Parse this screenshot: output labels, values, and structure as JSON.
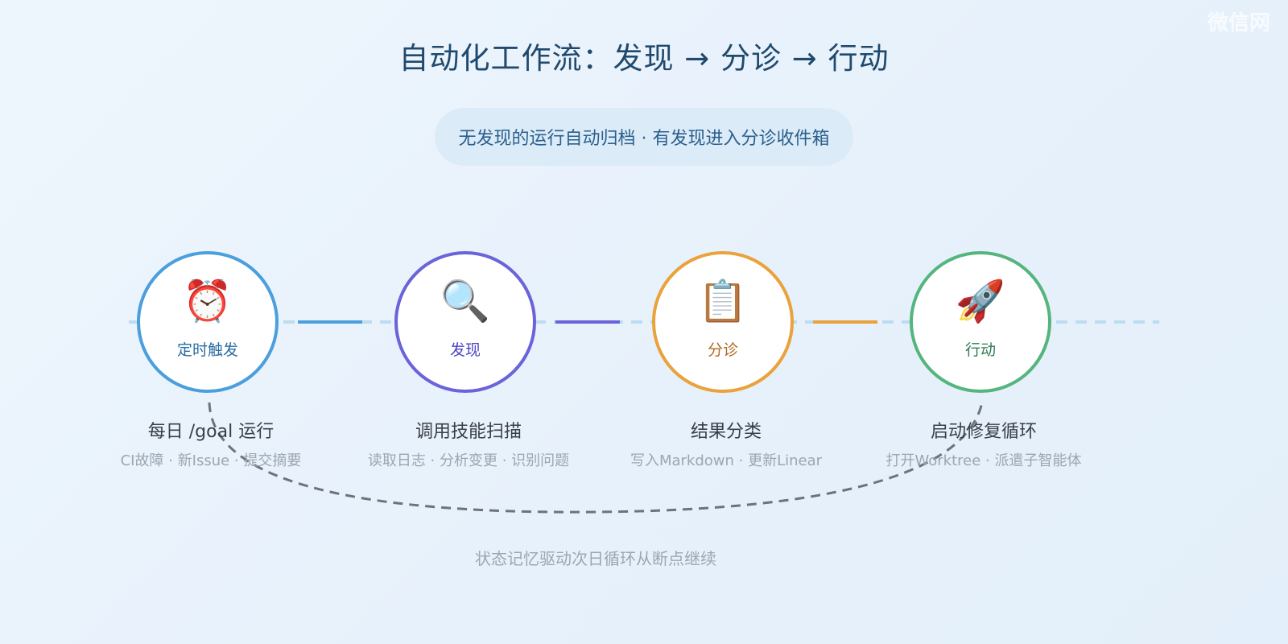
{
  "title": "自动化工作流：发现 → 分诊 → 行动",
  "subtitle": "无发现的运行自动归档 · 有发现进入分诊收件箱",
  "watermark": "微信网",
  "colors": {
    "trigger": "#4a9fdc",
    "discover": "#6b63d9",
    "triage": "#eaa23c",
    "action": "#55b57e",
    "track": "#bcdcf0",
    "loop": "#6c737b"
  },
  "steps": [
    {
      "icon": "alarm-clock-icon",
      "emoji": "⏰",
      "label": "定时触发",
      "label_color": "#2a6da3",
      "title": "每日 /goal 运行",
      "desc": "CI故障 · 新Issue · 提交摘要"
    },
    {
      "icon": "magnifier-icon",
      "emoji": "🔍",
      "label": "发现",
      "label_color": "#4d45c2",
      "title": "调用技能扫描",
      "desc": "读取日志 · 分析变更 · 识别问题"
    },
    {
      "icon": "clipboard-icon",
      "emoji": "📋",
      "label": "分诊",
      "label_color": "#b06a22",
      "title": "结果分类",
      "desc": "写入Markdown · 更新Linear"
    },
    {
      "icon": "rocket-icon",
      "emoji": "🚀",
      "label": "行动",
      "label_color": "#2f7b54",
      "title": "启动修复循环",
      "desc": "打开Worktree · 派遣子智能体"
    }
  ],
  "loop_caption": "状态记忆驱动次日循环从断点继续"
}
